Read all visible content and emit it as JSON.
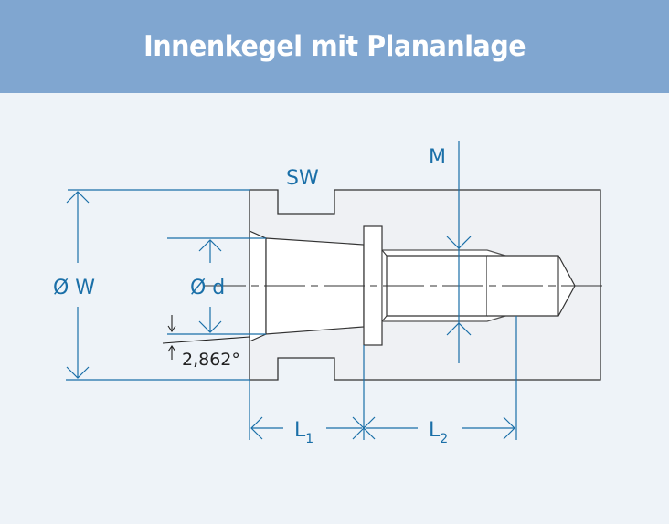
{
  "header": {
    "title": "Innenkegel mit Plananlage"
  },
  "diagram": {
    "labels": {
      "wrench_size": "SW",
      "thread": "M",
      "outer_diameter": "Ø W",
      "inner_diameter": "Ø d",
      "angle": "2,862°",
      "length1_main": "L",
      "length1_sub": "1",
      "length2_main": "L",
      "length2_sub": "2"
    },
    "colors": {
      "header_bg": "#80a6d0",
      "page_bg": "#eef3f8",
      "dimension": "#1a6fa8",
      "outline": "#333333",
      "body_fill": "#eff1f4",
      "part_fill": "#ffffff"
    }
  }
}
